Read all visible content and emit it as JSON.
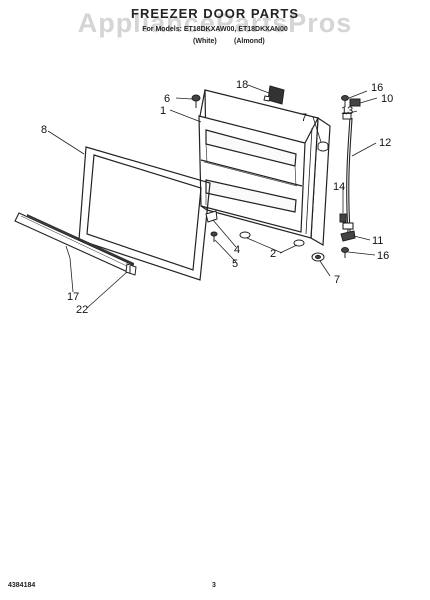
{
  "page": {
    "title": "FREEZER DOOR PARTS",
    "watermark": "AppliancePartsPros",
    "models_line": "For Models: ET18DKXAW00, ET18DKXAN00",
    "colors": [
      "(White)",
      "(Almond)"
    ],
    "doc_number": "4384184",
    "page_number": "3"
  },
  "callouts": {
    "n1": "1",
    "n2": "2",
    "n4": "4",
    "n5": "5",
    "n6": "6",
    "n7a": "7",
    "n7b": "7",
    "n8": "8",
    "n10": "10",
    "n11": "11",
    "n12": "12",
    "n13": "13",
    "n14": "14",
    "n16a": "16",
    "n16b": "16",
    "n17": "17",
    "n18": "18",
    "n22": "22"
  }
}
